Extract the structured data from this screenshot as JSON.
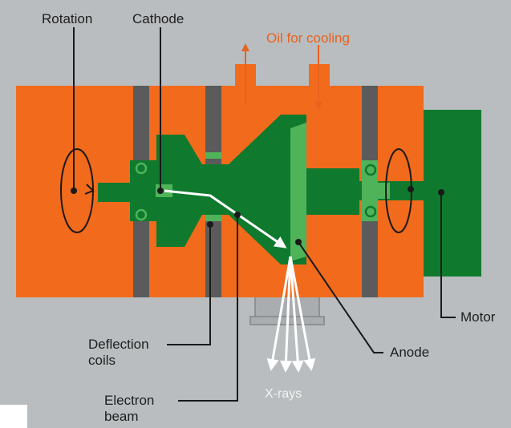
{
  "labels": {
    "rotation": "Rotation",
    "cathode": "Cathode",
    "oil_cooling": "Oil for cooling",
    "deflection_coils": "Deflection\ncoils",
    "electron_beam": "Electron\nbeam",
    "x_rays": "X-rays",
    "anode": "Anode",
    "motor": "Motor"
  },
  "colors": {
    "background": "#b9bdbf",
    "housing": "#f26a1b",
    "dark_green": "#0f7a2e",
    "light_green": "#4fb35a",
    "gray_bar": "#5b5b5b",
    "leader_line": "#1a1a1a",
    "label_orange": "#e8621f"
  }
}
